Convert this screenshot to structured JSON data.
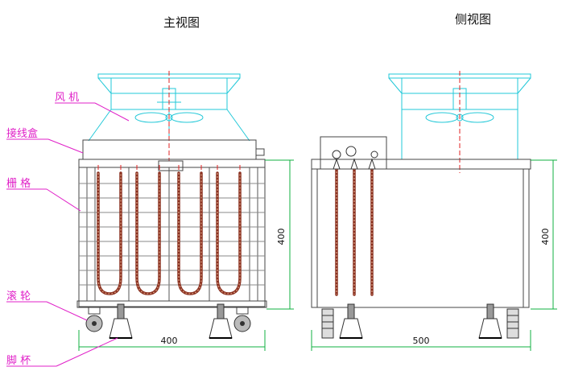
{
  "views": {
    "front_title": "主视图",
    "side_title": "侧视图"
  },
  "callouts": {
    "fan": "风 机",
    "junction_box": "接线盒",
    "grille": "栅 格",
    "caster": "滚 轮",
    "foot_cup": "脚 杯"
  },
  "dimensions": {
    "front_height": "400",
    "front_width": "400",
    "side_height": "400",
    "side_depth": "500"
  },
  "colors": {
    "outline": "#444444",
    "fan_guard": "#22c8d8",
    "dimension_line": "#10b040",
    "center_line": "#e02020",
    "callout": "#e020c8",
    "heater": "#8a3020"
  }
}
